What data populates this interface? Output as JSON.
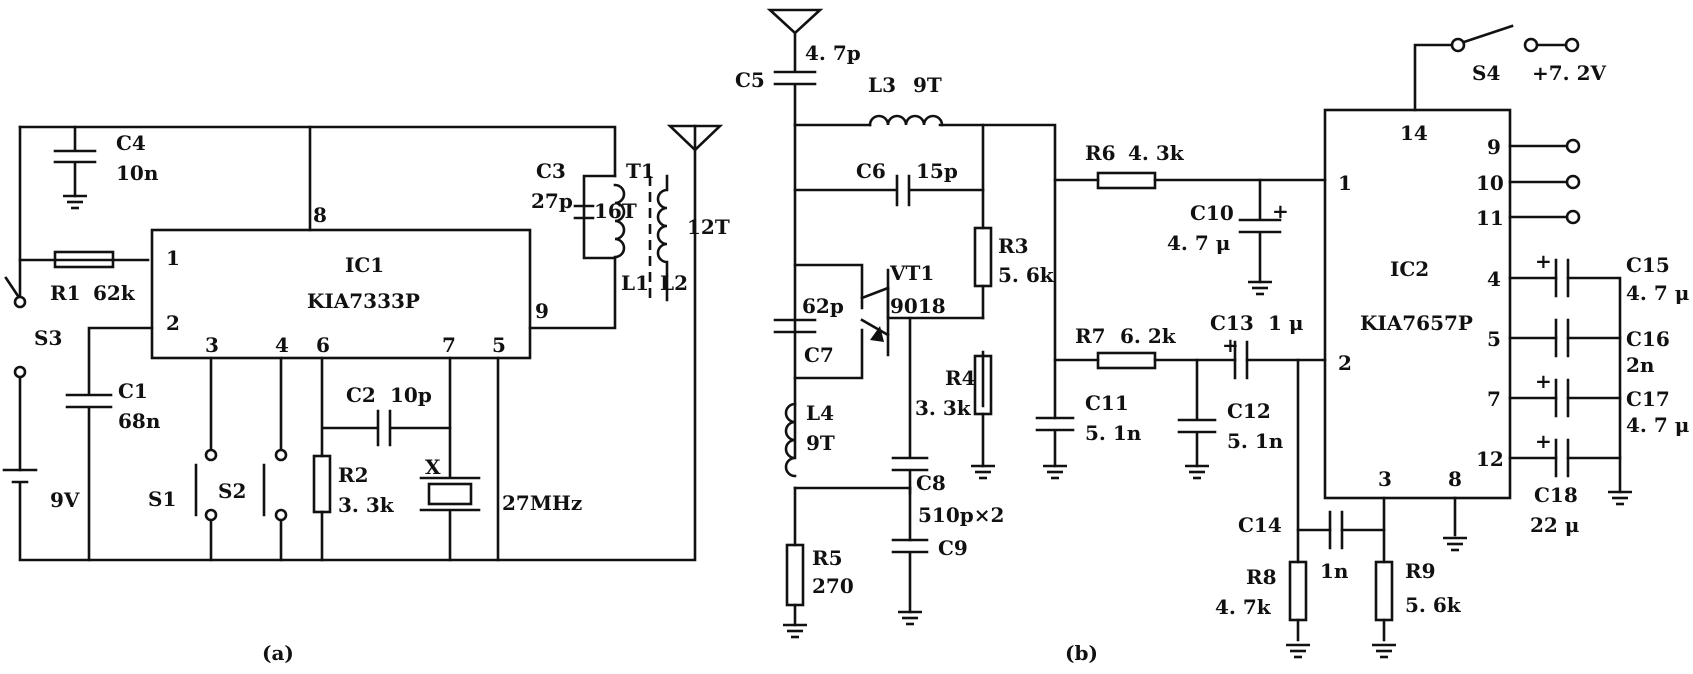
{
  "a": {
    "caption": "(a)",
    "ic": {
      "ref": "IC1",
      "part": "KIA7333P",
      "pins": [
        "1",
        "2",
        "3",
        "4",
        "6",
        "7",
        "5",
        "8",
        "9"
      ]
    },
    "c4": {
      "ref": "C4",
      "value": "10n"
    },
    "c3": {
      "ref": "C3",
      "value": "27p"
    },
    "t1": {
      "ref": "T1",
      "l1": "L1",
      "l2": "L2",
      "turns1": "16T",
      "turns2": "12T"
    },
    "r1": {
      "ref": "R1",
      "value": "62k"
    },
    "s3": {
      "ref": "S3"
    },
    "c1": {
      "ref": "C1",
      "value": "68n"
    },
    "battery": {
      "value": "9V"
    },
    "s1": {
      "ref": "S1"
    },
    "s2": {
      "ref": "S2"
    },
    "c2": {
      "ref": "C2",
      "value": "10p"
    },
    "r2": {
      "ref": "R2",
      "value": "3. 3k"
    },
    "x": {
      "ref": "X",
      "value": "27MHz"
    }
  },
  "b": {
    "caption": "(b)",
    "c5": {
      "ref": "C5",
      "value": "4. 7p"
    },
    "l3": {
      "ref": "L3",
      "turns": "9T"
    },
    "c6": {
      "ref": "C6",
      "value": "15p"
    },
    "vt1": {
      "ref": "VT1",
      "part": "9018"
    },
    "c7": {
      "ref": "C7",
      "value": "62p"
    },
    "r3": {
      "ref": "R3",
      "value": "5. 6k"
    },
    "r4": {
      "ref": "R4",
      "value": "3. 3k"
    },
    "l4": {
      "ref": "L4",
      "turns": "9T"
    },
    "c8": {
      "ref": "C8",
      "value": "510p×2"
    },
    "c9": {
      "ref": "C9"
    },
    "r5": {
      "ref": "R5",
      "value": "270"
    },
    "r6": {
      "ref": "R6",
      "value": "4. 3k"
    },
    "c10": {
      "ref": "C10",
      "value": "4. 7 μ"
    },
    "r7": {
      "ref": "R7",
      "value": "6. 2k"
    },
    "c11": {
      "ref": "C11",
      "value": "5. 1n"
    },
    "c12": {
      "ref": "C12",
      "value": "5. 1n"
    },
    "c13": {
      "ref": "C13",
      "value": "1 μ"
    },
    "c14": {
      "ref": "C14",
      "value": "1n"
    },
    "r8": {
      "ref": "R8",
      "value": "4. 7k"
    },
    "r9": {
      "ref": "R9",
      "value": "5. 6k"
    },
    "ic": {
      "ref": "IC2",
      "part": "KIA7657P",
      "pins": [
        "14",
        "1",
        "2",
        "3",
        "8",
        "9",
        "10",
        "11",
        "4",
        "5",
        "7",
        "12"
      ]
    },
    "s4": {
      "ref": "S4",
      "value": "+7. 2V"
    },
    "c15": {
      "ref": "C15",
      "value": "4. 7 μ"
    },
    "c16": {
      "ref": "C16",
      "value": "2n"
    },
    "c17": {
      "ref": "C17",
      "value": "4. 7 μ"
    },
    "c18": {
      "ref": "C18",
      "value": "22 μ"
    },
    "plus": "+"
  }
}
